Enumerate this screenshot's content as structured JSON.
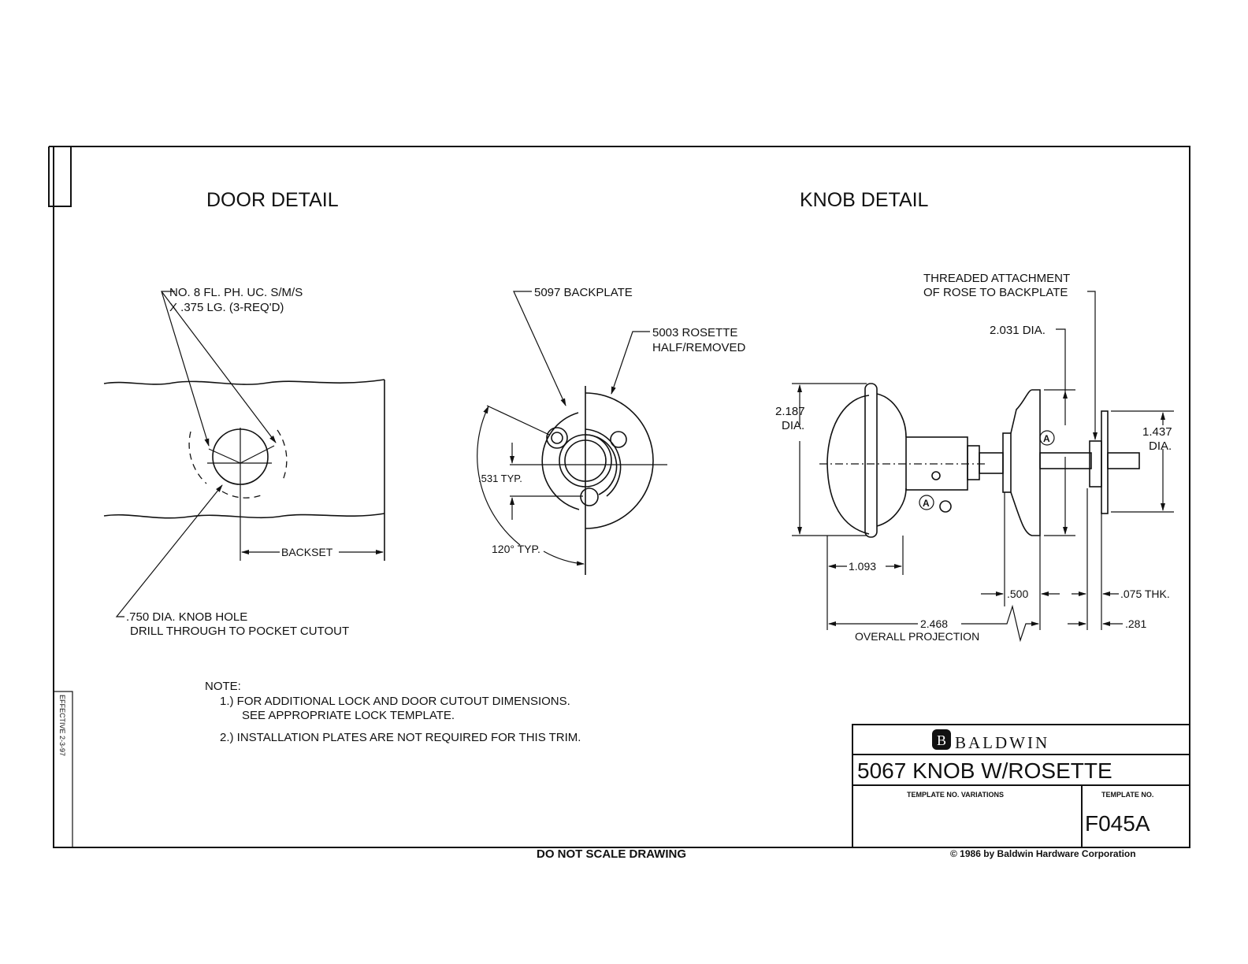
{
  "sheet": {
    "do_not_scale": "DO NOT SCALE DRAWING",
    "copyright": "© 1986 by Baldwin Hardware Corporation",
    "effective": "EFFECTIVE 2-3-97"
  },
  "door_detail": {
    "title": "DOOR DETAIL",
    "screw_callout": [
      "NO. 8 FL. PH. UC. S/M/S",
      "X .375 LG. (3-REQ'D)"
    ],
    "backset_label": "BACKSET",
    "hole_callout": [
      ".750 DIA. KNOB HOLE",
      "DRILL THROUGH TO POCKET CUTOUT"
    ],
    "backplate_label": "5097 BACKPLATE",
    "rosette_label": [
      "5003 ROSETTE",
      "HALF/REMOVED"
    ],
    "spacing_label": ".531 TYP.",
    "angle_label": "120° TYP."
  },
  "knob_detail": {
    "title": "KNOB DETAIL",
    "threaded_callout": [
      "THREADED ATTACHMENT",
      "OF ROSE TO BACKPLATE"
    ],
    "rose_dia": "2.031 DIA.",
    "knob_dia": [
      "2.187",
      "DIA."
    ],
    "backplate_dia": [
      "1.437",
      "DIA."
    ],
    "marker": "A",
    "knob_length": "1.093",
    "rose_depth": ".500",
    "overall": "2.468",
    "overall_label": "OVERALL PROJECTION",
    "thickness": ".075 THK.",
    "gap": ".281"
  },
  "notes": {
    "heading": "NOTE:",
    "items": [
      [
        "1.) FOR ADDITIONAL LOCK AND DOOR CUTOUT DIMENSIONS.",
        "SEE APPROPRIATE LOCK TEMPLATE."
      ],
      [
        "2.) INSTALLATION PLATES ARE NOT REQUIRED FOR THIS TRIM."
      ]
    ]
  },
  "title_block": {
    "brand_initial": "B",
    "brand": "BALDWIN",
    "product": "5067 KNOB W/ROSETTE",
    "variations_label": "TEMPLATE NO. VARIATIONS",
    "template_label": "TEMPLATE NO.",
    "template_no": "F045A"
  }
}
